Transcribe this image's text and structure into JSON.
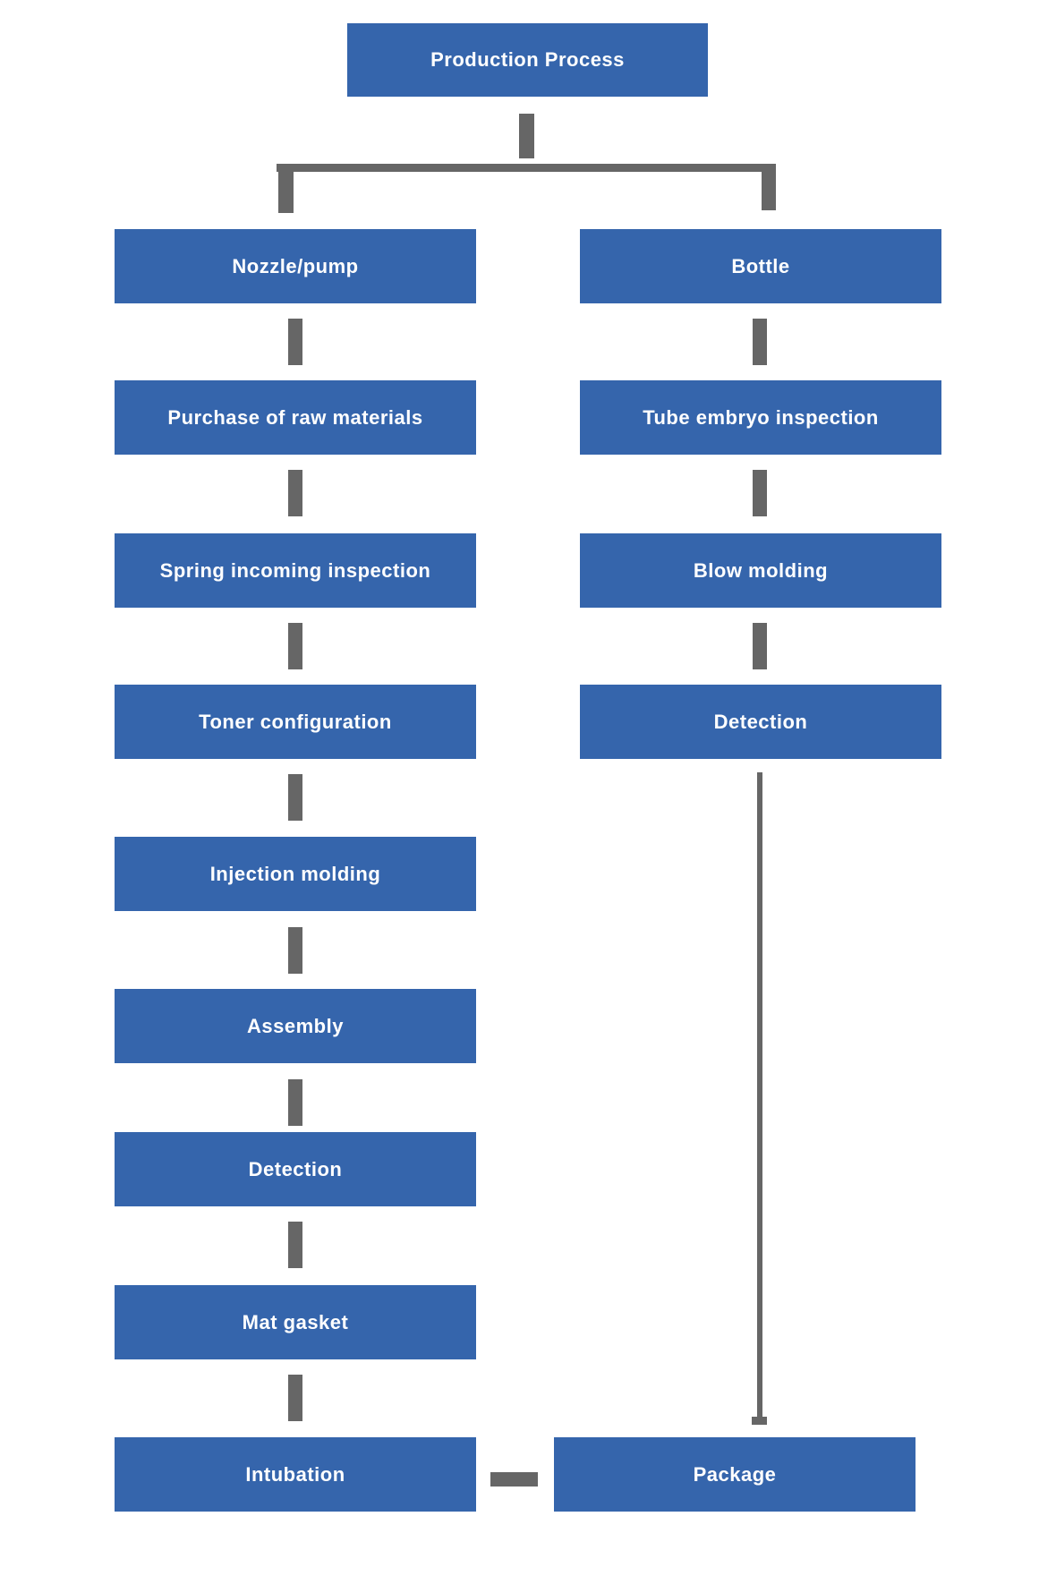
{
  "colors": {
    "node_blue": "#3565ac",
    "connector_gray": "#666666",
    "text_white": "#ffffff",
    "background": "#ffffff"
  },
  "root": {
    "label": "Production Process"
  },
  "left_branch": {
    "nodes": [
      {
        "label": "Nozzle/pump"
      },
      {
        "label": "Purchase of raw materials"
      },
      {
        "label": "Spring incoming inspection"
      },
      {
        "label": "Toner configuration"
      },
      {
        "label": "Injection molding"
      },
      {
        "label": "Assembly"
      },
      {
        "label": "Detection"
      },
      {
        "label": "Mat gasket"
      },
      {
        "label": "Intubation"
      }
    ]
  },
  "right_branch": {
    "nodes": [
      {
        "label": "Bottle"
      },
      {
        "label": "Tube embryo inspection"
      },
      {
        "label": "Blow molding"
      },
      {
        "label": "Detection"
      }
    ]
  },
  "terminal": {
    "label": "Package"
  }
}
